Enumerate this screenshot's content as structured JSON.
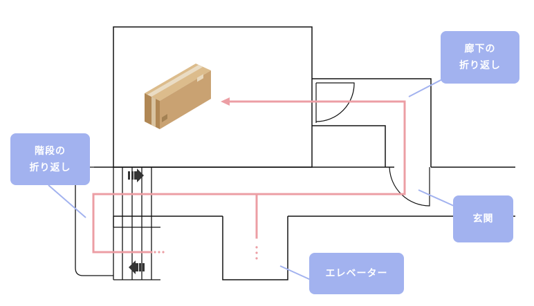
{
  "labels": {
    "corridor_turn": "廊下の\n折り返し",
    "stairs_turn": "階段の\n折り返し",
    "entrance": "玄関",
    "elevator": "エレベーター"
  },
  "colors": {
    "callout": "#a2b2ef",
    "leader": "#a2b2ef",
    "route": "#ec9ea4",
    "walls": "#111111",
    "box_front": "#c9a272",
    "box_top": "#dcbc8c",
    "box_side": "#b08754",
    "box_tape": "#eadcc4",
    "arrow": "#333333"
  }
}
